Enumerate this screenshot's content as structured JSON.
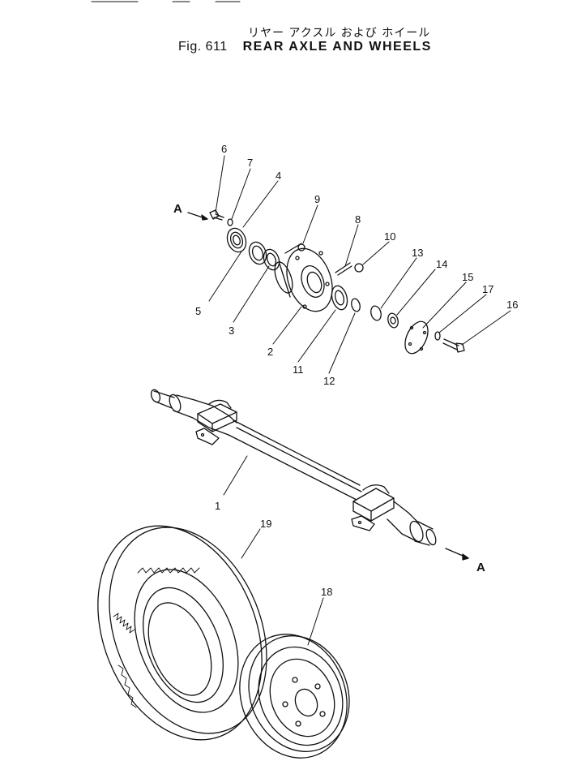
{
  "figure": {
    "title_jp": "リヤー アクスル および ホイール",
    "fig_number": "Fig. 611",
    "title_en": "REAR AXLE AND WHEELS"
  },
  "view_marker": "A",
  "callouts": [
    "1",
    "2",
    "3",
    "4",
    "5",
    "6",
    "7",
    "8",
    "9",
    "10",
    "11",
    "12",
    "13",
    "14",
    "15",
    "16",
    "17",
    "18",
    "19"
  ]
}
